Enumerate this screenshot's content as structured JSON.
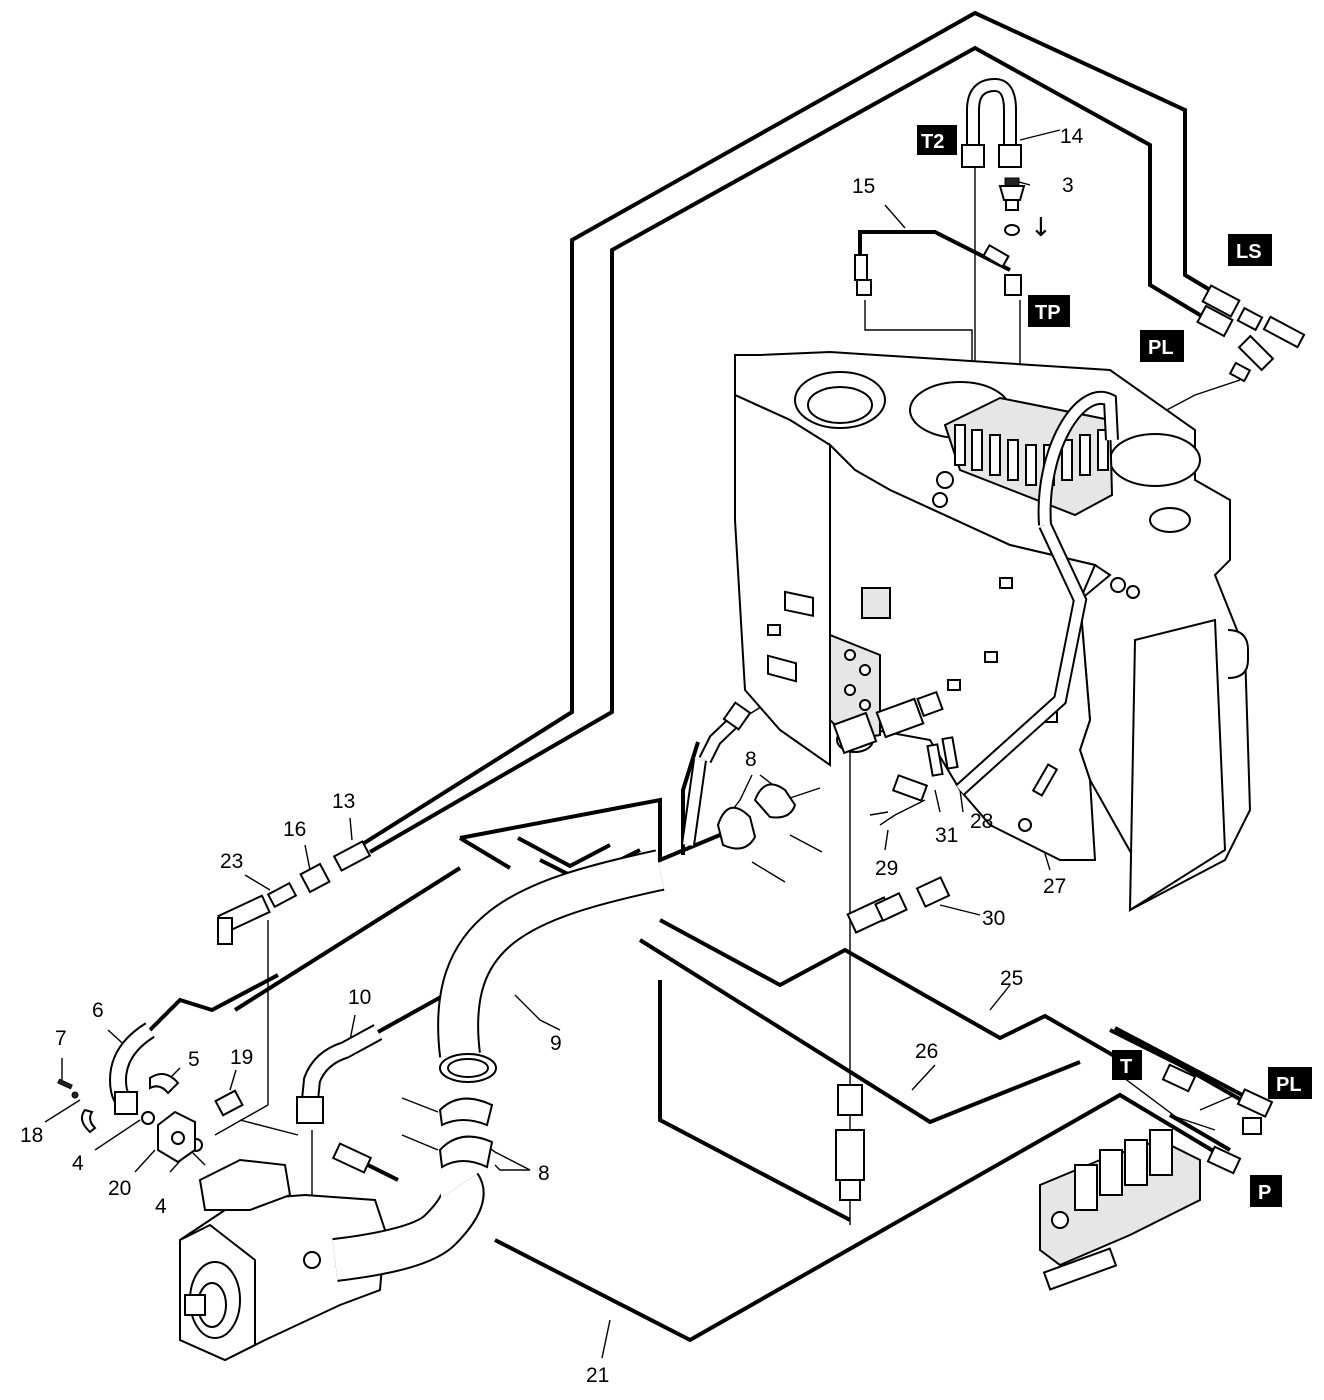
{
  "callouts": {
    "c3": "3",
    "c14": "14",
    "c15": "15",
    "c13": "13",
    "c16": "16",
    "c23": "23",
    "c6": "6",
    "c7": "7",
    "c5": "5",
    "c19": "19",
    "c18": "18",
    "c4a": "4",
    "c20": "20",
    "c4b": "4",
    "c10": "10",
    "c9": "9",
    "c8a": "8",
    "c8b": "8",
    "c29": "29",
    "c31": "31",
    "c28": "28",
    "c27": "27",
    "c30": "30",
    "c25": "25",
    "c26": "26",
    "c21": "21"
  },
  "ports": {
    "t2": "T2",
    "ls": "LS",
    "tp": "TP",
    "pl_top": "PL",
    "t_bottom": "T",
    "pl_bottom": "PL",
    "p_bottom": "P"
  },
  "direction_arrow": "↓",
  "colors": {
    "ink": "#000000",
    "paper": "#ffffff",
    "label_bg": "#000000",
    "label_text": "#ffffff"
  }
}
